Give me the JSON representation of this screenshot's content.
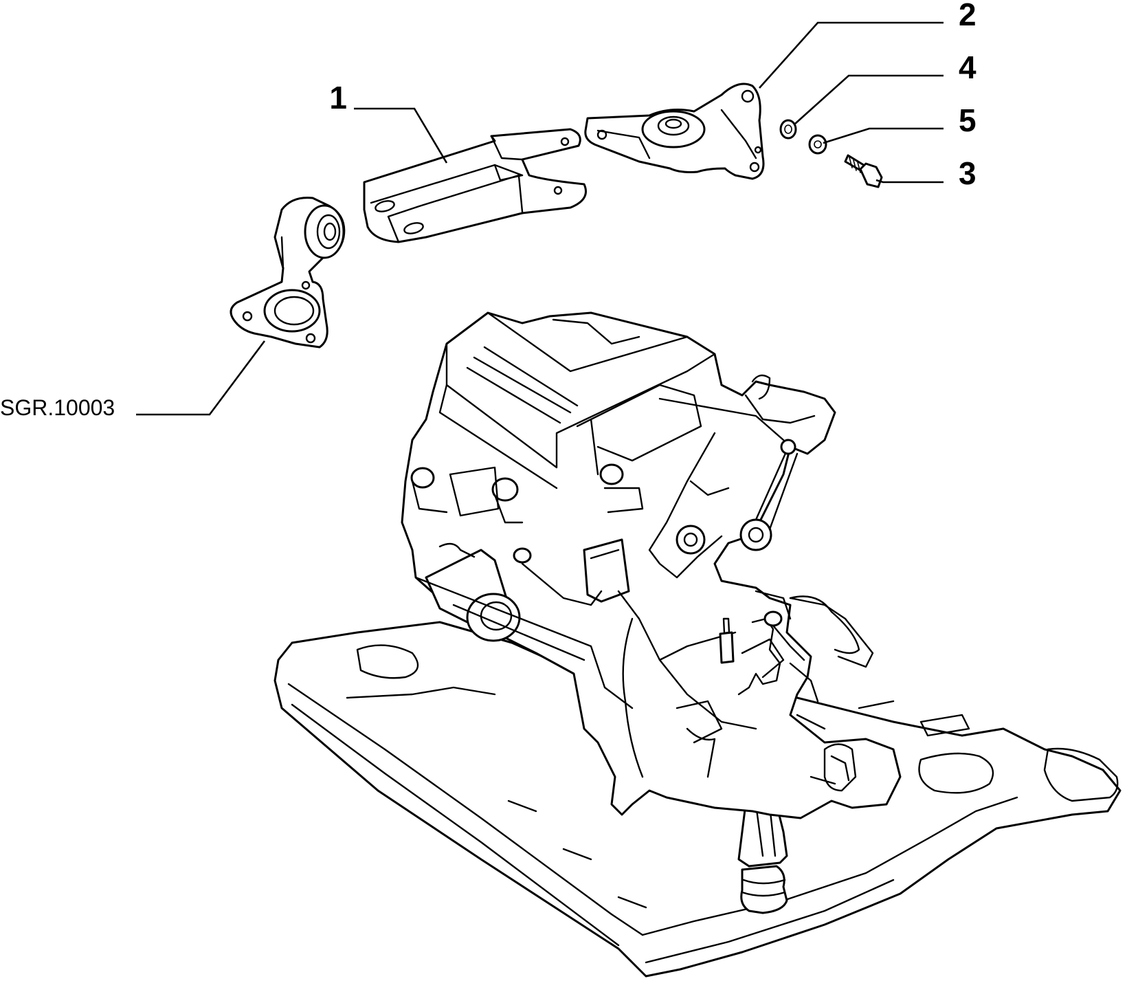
{
  "diagram": {
    "callouts": [
      {
        "id": "1",
        "label": "1"
      },
      {
        "id": "2",
        "label": "2"
      },
      {
        "id": "3",
        "label": "3"
      },
      {
        "id": "4",
        "label": "4"
      },
      {
        "id": "5",
        "label": "5"
      }
    ],
    "reference": "SGR.10003"
  }
}
